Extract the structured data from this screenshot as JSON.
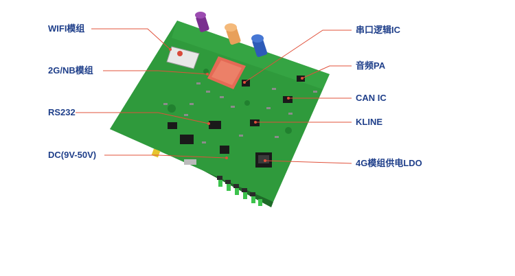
{
  "labels": {
    "wifi": "WIFI模组",
    "nb": "2G/NB模组",
    "rs232": "RS232",
    "dc": "DC(9V-50V)",
    "uart_logic": "串口逻辑IC",
    "audio_pa": "音频PA",
    "can_ic": "CAN IC",
    "kline": "KLINE",
    "ldo_4g": "4G模组供电LDO"
  },
  "colors": {
    "label_text": "#1f3f8a",
    "leader_line": "#e0503a",
    "pcb": "#2f9a3c",
    "pcb_edge": "#1e6b28"
  }
}
